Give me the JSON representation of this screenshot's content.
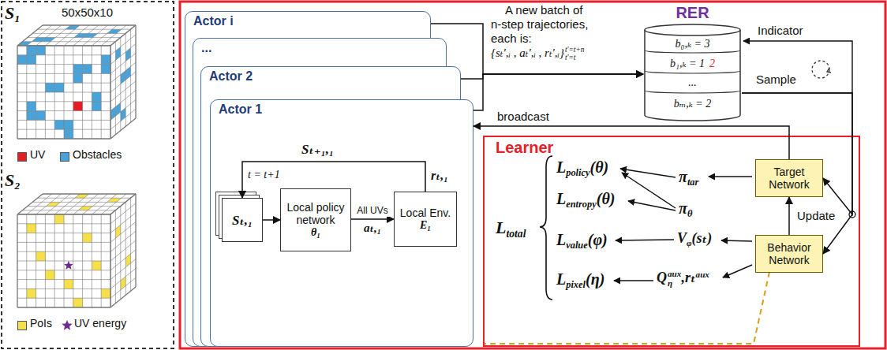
{
  "diagram": {
    "nodes": [
      {
        "text": [
          "Actor i"
        ]
      },
      {
        "text": [
          "..."
        ]
      },
      {
        "text": [
          "Actor 2"
        ]
      },
      {
        "text": [
          "Actor 1"
        ]
      },
      {
        "text": [
          "Sₜ,₁"
        ],
        "in": 3
      },
      {
        "text": [
          "Local policy network",
          "θ₁"
        ],
        "in": 3
      },
      {
        "text": [
          "Local Env.",
          "E₁"
        ],
        "in": 3
      },
      {
        "text": [
          "RER",
          "b₀,ₖ = 3",
          "b₁,ₖ = 1",
          "2",
          "...",
          "bₘ,ₖ = 2"
        ]
      },
      {
        "text": [
          "Learner"
        ]
      },
      {
        "text": [
          "Target Network"
        ],
        "in": 8
      },
      {
        "text": [
          "Behavior Network"
        ],
        "in": 8
      }
    ],
    "edges": [
      {
        "from": 4,
        "to": 5,
        "arrow": "to"
      },
      {
        "from": 5,
        "to": 6,
        "arrow": "to",
        "label": "All UVs"
      },
      {
        "from": 6,
        "to": 4,
        "arrow": "to"
      },
      {
        "from": 0,
        "to": 7,
        "arrow": "to"
      },
      {
        "from": 2,
        "to": 7,
        "arrow": "to"
      },
      {
        "from": 3,
        "to": 7,
        "arrow": "to"
      },
      {
        "from": 9,
        "to": 3,
        "arrow": "to",
        "label": "broadcast"
      },
      {
        "from": 10,
        "to": 9,
        "arrow": "to",
        "label": "Update"
      },
      {
        "from": 7,
        "to": 9,
        "arrow": "to"
      },
      {
        "from": 7,
        "to": 10,
        "arrow": "to"
      }
    ],
    "labels": [
      "S₁",
      "50x50x10",
      "S₂",
      "Sₜ₊₁,₁",
      "t = t+1",
      "rₜ,₁",
      "aₜ,₁",
      "A new batch of",
      "n-step trajectories,",
      "each is:",
      "{sₜ′,ᵢ , aₜ′,ᵢ , rₜ′,ᵢ}",
      "t′=t+n",
      "t′=t",
      "Indicator",
      "Sample",
      "L",
      "total",
      "L",
      "policy",
      "(θ)",
      "L",
      "entropy",
      "(θ)",
      "L",
      "value",
      "(φ)",
      "L",
      "pixel",
      "(η)",
      "π",
      "tar",
      "π",
      "θ",
      "V",
      "φ",
      "(sₜ)",
      "Q",
      "η",
      "aux",
      ",",
      "rₜ",
      "aux"
    ],
    "legend": [
      {
        "text": "UV",
        "color": "#e31e24"
      },
      {
        "text": "Obstacles",
        "color": "#4aa3d8"
      },
      {
        "text": "PoIs",
        "color": "#f5e04a"
      },
      {
        "text": "UV energy"
      }
    ]
  }
}
